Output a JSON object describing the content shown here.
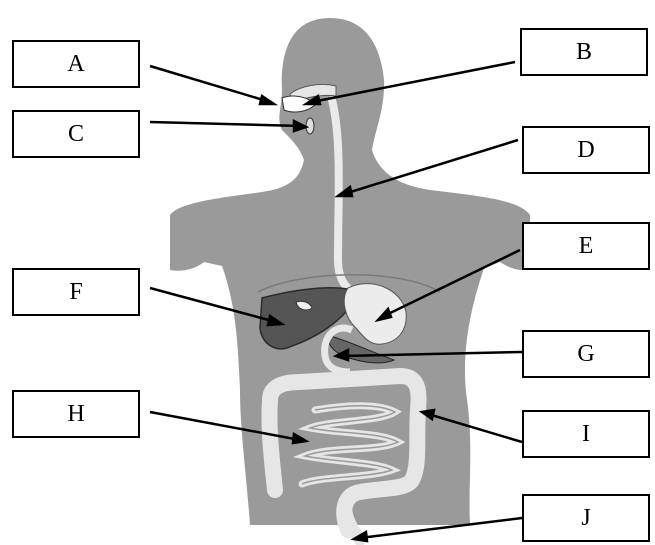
{
  "labels": {
    "a": "A",
    "b": "B",
    "c": "C",
    "d": "D",
    "e": "E",
    "f": "F",
    "g": "G",
    "h": "H",
    "i": "I",
    "j": "J"
  },
  "colors": {
    "body": "#9a9a9a",
    "organ_light": "#ececec",
    "liver": "#5a5a5a",
    "outline": "#000000"
  }
}
